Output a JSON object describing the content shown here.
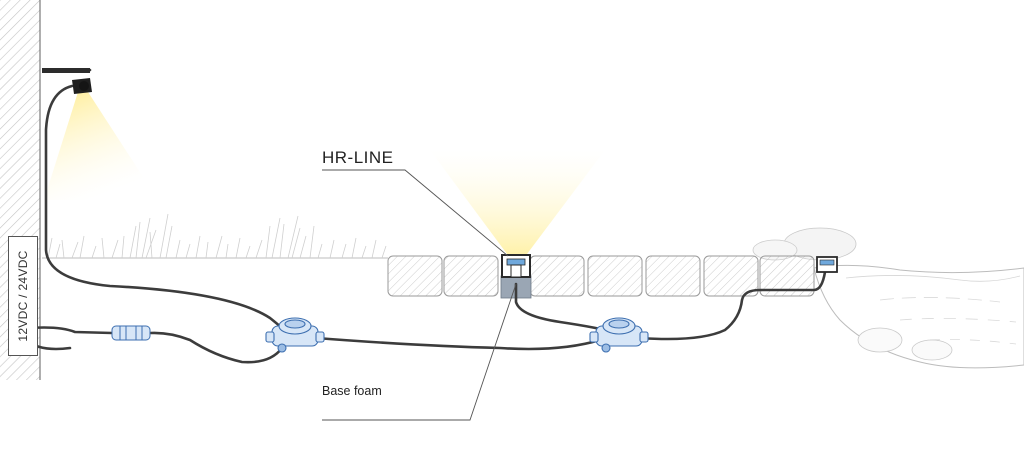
{
  "labels": {
    "product": "HR-LINE",
    "base": "Base foam",
    "voltage": "12VDC / 24VDC"
  },
  "colors": {
    "cable": "#3c3c3c",
    "connector": "#5f8fc9",
    "light_beam": "#fff3b0",
    "paver_hatch": "#b7b7b7",
    "base_foam": "#9aa6b4",
    "wall_hatch": "#bdbdbd"
  },
  "icons": [
    "spotlight-icon",
    "inline-connector-icon",
    "t-connector-icon",
    "recessed-light-icon"
  ]
}
